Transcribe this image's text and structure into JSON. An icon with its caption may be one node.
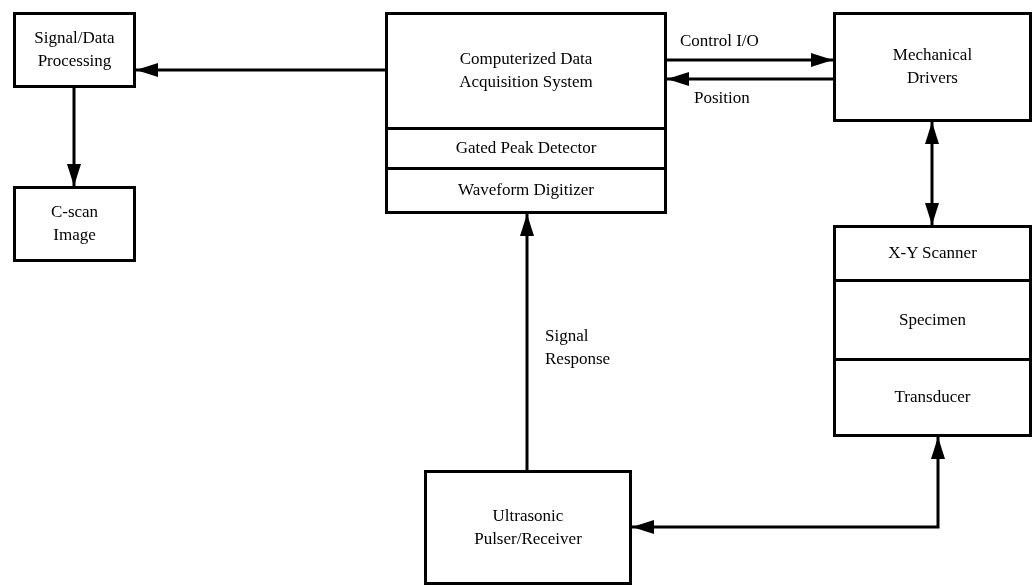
{
  "diagram": {
    "nodes": [
      {
        "text": [
          "Signal/Data Processing"
        ]
      },
      {
        "text": [
          "Computerized Data Acquisition System"
        ]
      },
      {
        "text": [
          "Gated Peak Detector"
        ],
        "in": 1
      },
      {
        "text": [
          "Waveform Digitizer"
        ],
        "in": 1
      },
      {
        "text": [
          "Mechanical Drivers"
        ]
      },
      {
        "text": [
          "C-scan Image"
        ]
      },
      {
        "text": [
          "X-Y Scanner"
        ]
      },
      {
        "text": [
          "Specimen"
        ],
        "in": 6
      },
      {
        "text": [
          "Transducer"
        ],
        "in": 6
      },
      {
        "text": [
          "Ultrasonic Pulser/Receiver"
        ]
      }
    ],
    "edges": [
      {
        "from": 1,
        "to": 0,
        "arrow": "to"
      },
      {
        "from": 0,
        "to": 5,
        "arrow": "to"
      },
      {
        "from": 1,
        "to": 4,
        "arrow": "to",
        "label": "Control I/O"
      },
      {
        "from": 4,
        "to": 1,
        "arrow": "to",
        "label": "Position"
      },
      {
        "from": 4,
        "to": 6,
        "arrow": "both"
      },
      {
        "from": 9,
        "to": 3,
        "arrow": "to",
        "label": "Signal Response"
      },
      {
        "from": 8,
        "to": 9,
        "arrow": "both"
      }
    ]
  }
}
